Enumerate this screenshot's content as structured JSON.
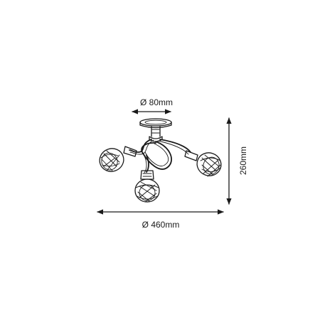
{
  "dimensions": {
    "canopy_diameter": "Ø 80mm",
    "height": "260mm",
    "overall_diameter": "Ø 460mm"
  },
  "colors": {
    "ink": "#1a1a1a",
    "background": "#ffffff"
  }
}
